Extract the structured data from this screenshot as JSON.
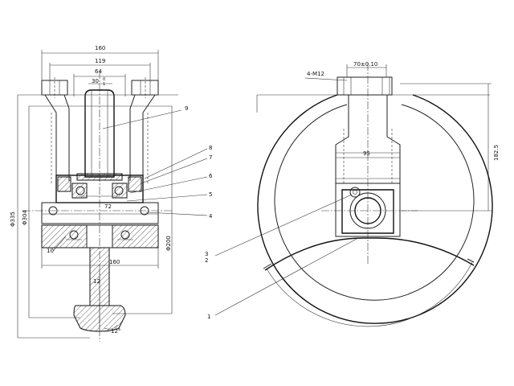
{
  "drawing": {
    "colors": {
      "line": "#222222",
      "background": "#ffffff"
    },
    "section_view": {
      "dimensions": {
        "width_top": "160",
        "width_bolt": "119",
        "width_inner": "64",
        "bore": "30",
        "tol_plus": "0",
        "tol_minus": "1",
        "inner_72": "72",
        "width_base": "160",
        "web": "12",
        "diam_335": "Φ335",
        "diam_304": "Φ304",
        "diam_200": "Φ200",
        "chamfer": "12°"
      },
      "part_labels": [
        "9",
        "8",
        "7",
        "6",
        "5",
        "4",
        "10"
      ]
    },
    "side_view": {
      "dimensions": {
        "spacing": "70±0.10",
        "bolts": "4-M12",
        "width": "95",
        "height": "182.5"
      },
      "part_labels": [
        "3",
        "2",
        "1"
      ]
    }
  }
}
